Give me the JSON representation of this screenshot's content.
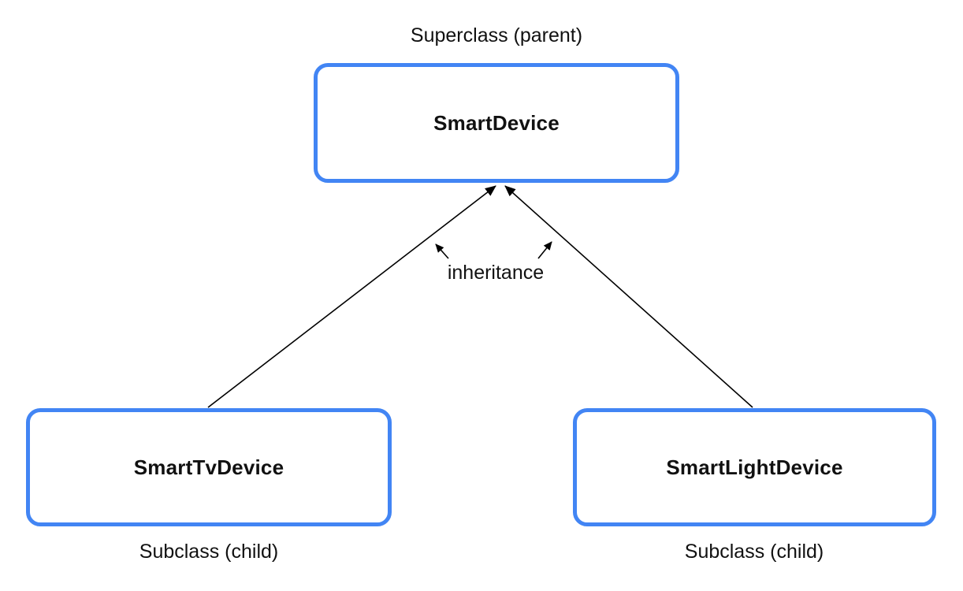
{
  "diagram": {
    "title_hint": "Class inheritance diagram",
    "superclass_caption": "Superclass (parent)",
    "inheritance_label": "inheritance",
    "nodes": {
      "superclass": {
        "name": "SmartDevice"
      },
      "subclass_left": {
        "name": "SmartTvDevice",
        "caption": "Subclass (child)"
      },
      "subclass_right": {
        "name": "SmartLightDevice",
        "caption": "Subclass (child)"
      }
    },
    "colors": {
      "box_border": "#4285f4",
      "box_fill": "#ffffff",
      "connector": "#000000",
      "text": "#111111",
      "background": "#ffffff"
    }
  }
}
